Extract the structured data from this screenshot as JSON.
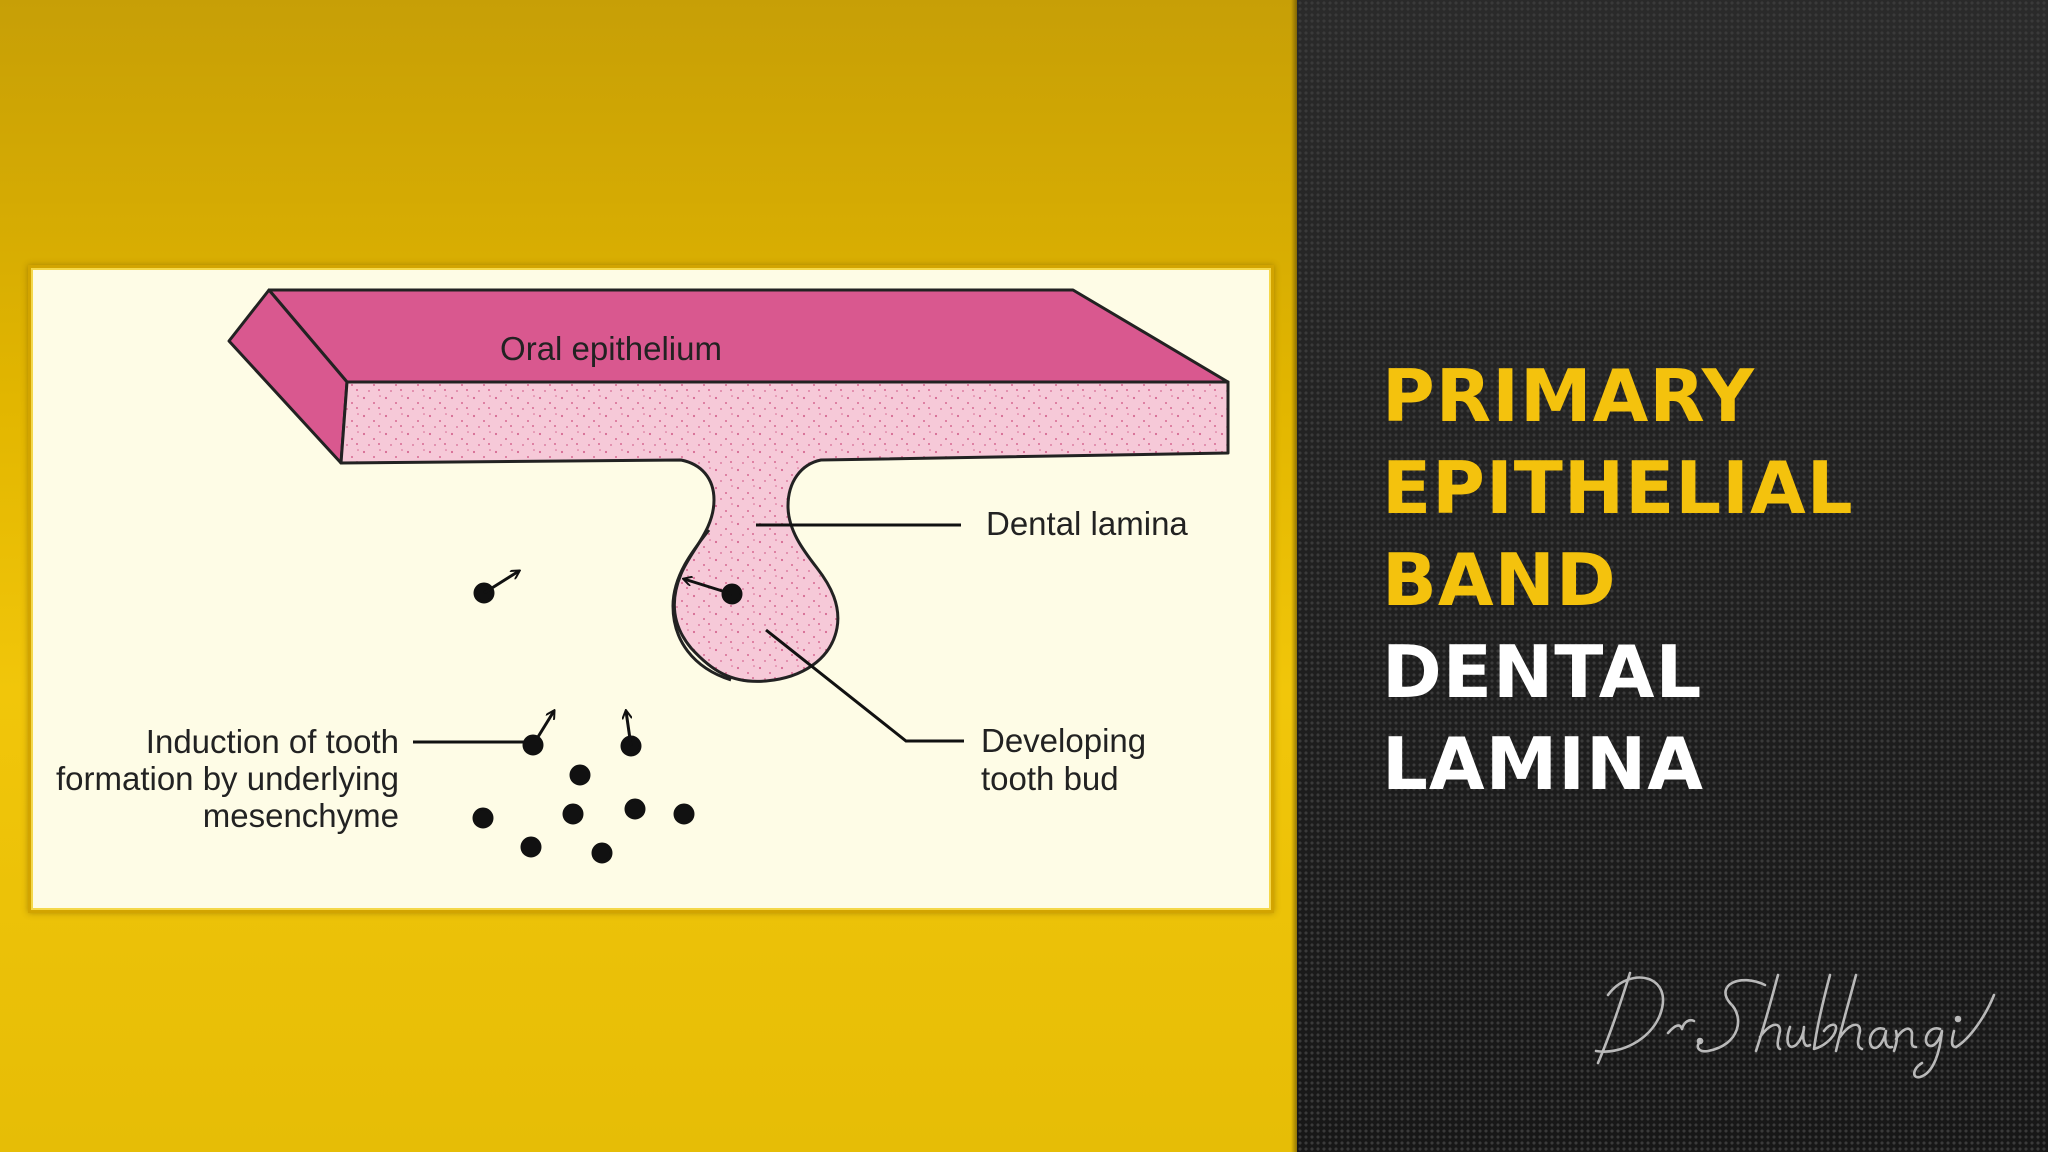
{
  "diagram": {
    "labels": {
      "oral_epithelium": "Oral epithelium",
      "dental_lamina": "Dental lamina",
      "induction_line1": "Induction of tooth",
      "induction_line2": "formation by underlying",
      "induction_line3": "mesenchyme",
      "bud_line1": "Developing",
      "bud_line2": "tooth bud"
    }
  },
  "title": {
    "line1": "PRIMARY",
    "line2": "EPITHELIAL",
    "line3": "BAND",
    "line4": "DENTAL",
    "line5": "LAMINA"
  },
  "signature": {
    "text": "Dr.Shubhangi"
  },
  "colors": {
    "gold": "#e2b600",
    "title_yellow": "#f4c20d",
    "epithelium_top": "#d9588f",
    "epithelium_side": "#f4c3d4"
  }
}
